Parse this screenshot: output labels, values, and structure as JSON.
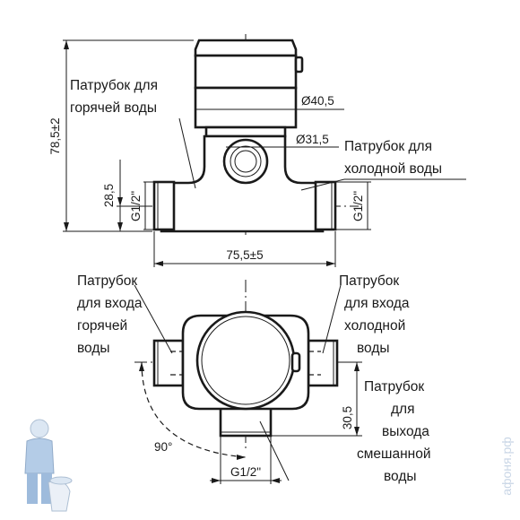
{
  "labels": {
    "hot_outlet": [
      "Патрубок для",
      "горячей воды"
    ],
    "cold_outlet": [
      "Патрубок для",
      "холодной воды"
    ],
    "hot_inlet": [
      "Патрубок",
      "для входа",
      "горячей",
      "воды"
    ],
    "cold_inlet": [
      "Патрубок",
      "для входа",
      "холодной",
      "воды"
    ],
    "mixed_outlet": [
      "Патрубок",
      "для",
      "выхода",
      "смешанной",
      "воды"
    ]
  },
  "dimensions": {
    "total_height": "78,5±2",
    "diameter_top": "Ø40,5",
    "diameter_port": "Ø31,5",
    "height_to_axis": "28,5",
    "thread_left": "G1/2\"",
    "thread_right": "G1/2\"",
    "width": "75,5±5",
    "depth_bottom": "30,5",
    "thread_bottom": "G1/2\"",
    "angle": "90°"
  },
  "watermark": "афоня.рф"
}
